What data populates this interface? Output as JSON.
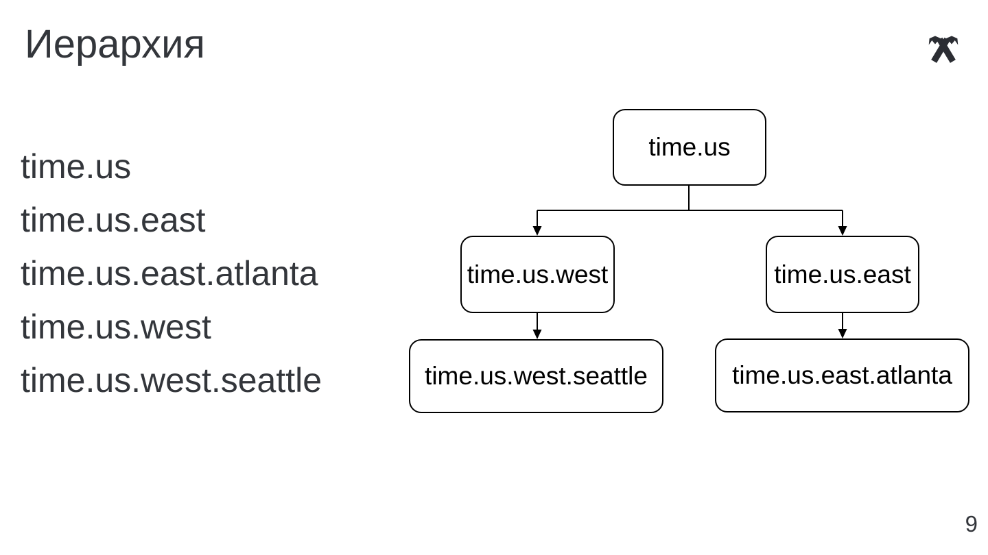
{
  "slide": {
    "title": "Иерархия",
    "page_number": "9"
  },
  "logo": {
    "name": "raiffeisen-gable-cross",
    "color": "#2b2d33"
  },
  "hierarchy_list": {
    "items": [
      "time.us",
      "time.us.east",
      "time.us.east.atlanta",
      "time.us.west",
      "time.us.west.seattle"
    ]
  },
  "tree": {
    "nodes": [
      {
        "label": "time.us"
      },
      {
        "label": "time.us.west"
      },
      {
        "label": "time.us.east"
      },
      {
        "label": "time.us.west.seattle"
      },
      {
        "label": "time.us.east.atlanta"
      }
    ],
    "edges": [
      {
        "from": "time.us",
        "to": "time.us.west"
      },
      {
        "from": "time.us",
        "to": "time.us.east"
      },
      {
        "from": "time.us.west",
        "to": "time.us.west.seattle"
      },
      {
        "from": "time.us.east",
        "to": "time.us.east.atlanta"
      }
    ]
  },
  "colors": {
    "background": "#ffffff",
    "text": "#33363b",
    "diagram_stroke": "#000000",
    "logo": "#2b2d33"
  }
}
